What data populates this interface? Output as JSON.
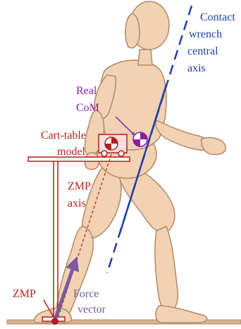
{
  "labels": {
    "contact": [
      "Contact",
      "wrench",
      "central",
      "axis"
    ],
    "real_com": [
      "Real",
      "CoM"
    ],
    "cart_table": [
      "Cart-table",
      "model"
    ],
    "zmp_axis": [
      "ZMP",
      "axis"
    ],
    "zmp": "ZMP",
    "force": [
      "Force",
      "vector"
    ]
  },
  "colors": {
    "skin": "#f2d2b2",
    "skin_stroke": "#b08a66",
    "contact_axis": "#1f3fa8",
    "zmp_red": "#b31f1f",
    "com_purple": "#8c1f9e",
    "force_purple": "#7a5a9e",
    "ground": "#d9b38c"
  },
  "icons": {
    "com_marker": "com-checkered-marker-icon",
    "cart": "cart-icon",
    "zmp_point": "zmp-dot-icon",
    "force_arrow": "force-arrow-icon"
  }
}
